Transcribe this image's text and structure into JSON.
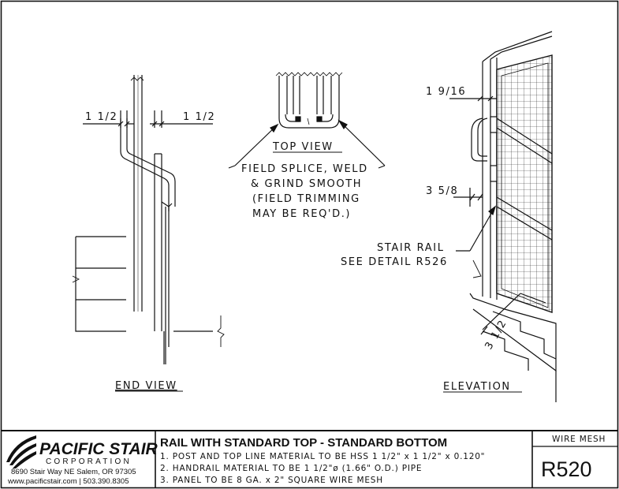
{
  "title_block": {
    "company_name": "PACIFIC STAIR",
    "company_sub": "CORPORATION",
    "address": "8690 Stair Way NE Salem, OR 97305",
    "contact": "www.pacificstair.com  |  503.390.8305",
    "drawing_title": "RAIL WITH STANDARD TOP - STANDARD BOTTOM",
    "notes": [
      "1. POST AND TOP LINE MATERIAL TO BE HSS 1 1/2\" x 1 1/2\" x 0.120\"",
      "2. HANDRAIL MATERIAL TO BE 1 1/2\"ø (1.66\" O.D.) PIPE",
      "3. PANEL TO BE 8 GA. x 2\" SQUARE WIRE MESH"
    ],
    "category": "WIRE MESH",
    "detail_code": "R520"
  },
  "end_view": {
    "label": "END VIEW",
    "dim_left": "1 1/2",
    "dim_right": "1 1/2"
  },
  "top_view": {
    "label": "TOP VIEW",
    "note_lines": [
      "FIELD SPLICE, WELD",
      "& GRIND SMOOTH",
      "(FIELD TRIMMING",
      "MAY BE REQ'D.)"
    ]
  },
  "elevation": {
    "label": "ELEVATION",
    "dim_top": "1 9/16",
    "dim_mid": "3 5/8",
    "dim_bottom": "3 1/2",
    "callout_lines": [
      "STAIR RAIL",
      "SEE DETAIL R526"
    ]
  },
  "colors": {
    "line": "#111111",
    "background": "#ffffff"
  }
}
